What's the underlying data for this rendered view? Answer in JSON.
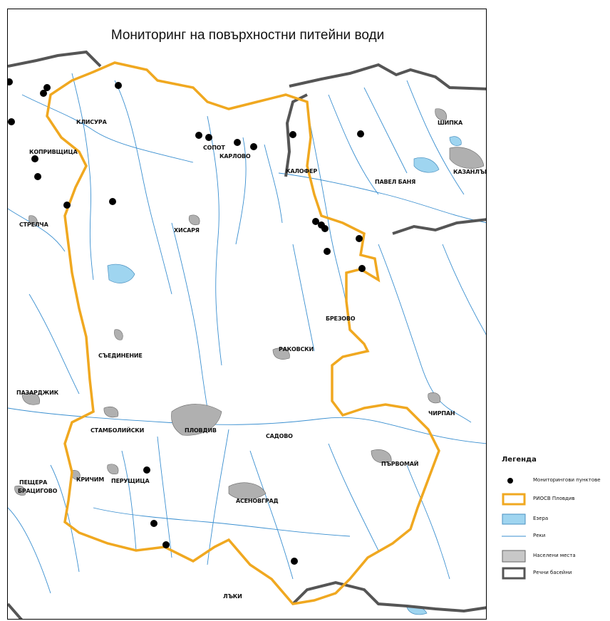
{
  "map": {
    "title": "Мониторинг на повърхностни питейни води",
    "towns": [
      {
        "id": "klisura",
        "name": "КЛИСУРА"
      },
      {
        "id": "sopot",
        "name": "СОПОТ"
      },
      {
        "id": "karlovo",
        "name": "КАРЛОВО"
      },
      {
        "id": "kalofer",
        "name": "КАЛОФЕР"
      },
      {
        "id": "shipka",
        "name": "ШИПКА"
      },
      {
        "id": "kazanlak",
        "name": "КАЗАНЛЪК"
      },
      {
        "id": "pavel-banya",
        "name": "ПАВЕЛ БАНЯ"
      },
      {
        "id": "koprivshtica",
        "name": "КОПРИВЩИЦА"
      },
      {
        "id": "strelcha",
        "name": "СТРЕЛЧА"
      },
      {
        "id": "hisarya",
        "name": "ХИСАРЯ"
      },
      {
        "id": "bryazovo",
        "name": "БРЕЗОВО"
      },
      {
        "id": "saedinenie",
        "name": "СЪЕДИНЕНИЕ"
      },
      {
        "id": "rakovski",
        "name": "РАКОВСКИ"
      },
      {
        "id": "pazardzhik",
        "name": "ПАЗАРДЖИК"
      },
      {
        "id": "chirpan",
        "name": "ЧИРПАН"
      },
      {
        "id": "stamboliyski",
        "name": "СТАМБОЛИЙСКИ"
      },
      {
        "id": "plovdiv",
        "name": "ПЛОВДИВ"
      },
      {
        "id": "sadovo",
        "name": "САДОВО"
      },
      {
        "id": "parvomay",
        "name": "ПЪРВОМАЙ"
      },
      {
        "id": "peshtera",
        "name": "ПЕЩЕРА"
      },
      {
        "id": "bratsigovo",
        "name": "БРАЦИГОВО"
      },
      {
        "id": "krichim",
        "name": "КРИЧИМ"
      },
      {
        "id": "perushtitsa",
        "name": "ПЕРУЩИЦА"
      },
      {
        "id": "asenovgrad",
        "name": "АСЕНОВГРАД"
      },
      {
        "id": "laki",
        "name": "ЛЪКИ"
      }
    ]
  },
  "legend": {
    "title": "Легенда",
    "items": [
      {
        "id": "points",
        "label": "Мониторингови пунктове",
        "icon": "black-dot-icon"
      },
      {
        "id": "riosv",
        "label": "РИОСВ Пловдив",
        "icon": "orange-outline-icon",
        "color": "#f0a820"
      },
      {
        "id": "lakes",
        "label": "Езера",
        "icon": "lake-fill-icon",
        "color": "#9fd5f0"
      },
      {
        "id": "rivers",
        "label": "Реки",
        "icon": "river-line-icon",
        "color": "#3a8fd0"
      },
      {
        "id": "settlements",
        "label": "Населени места",
        "icon": "settlement-fill-icon",
        "color": "#c8c8c8"
      },
      {
        "id": "basins",
        "label": "Речни басейни",
        "icon": "basin-outline-icon",
        "color": "#555555"
      }
    ]
  },
  "colors": {
    "boundary": "#f0a820",
    "basin": "#555555",
    "river": "#3a8fd0",
    "lake": "#9fd5f0",
    "settlement": "#b0b0b0"
  }
}
